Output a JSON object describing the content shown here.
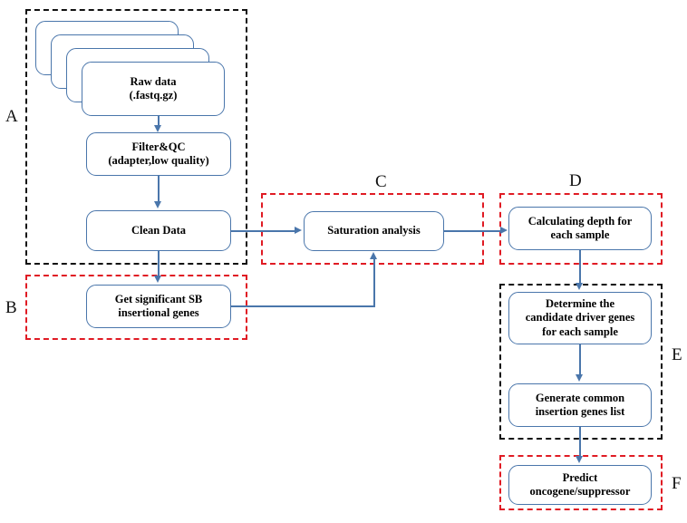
{
  "figure": {
    "type": "flowchart",
    "orientation": "left-to-right-with-vertical-substacks",
    "node_border_color": "#4a76ab",
    "connector_color": "#4a76ab",
    "black_frame_color": "#111111",
    "red_frame_color": "#e01b24",
    "background_color": "#ffffff"
  },
  "groups": [
    {
      "id": "A",
      "label": "A",
      "frame_style": "black-dashed"
    },
    {
      "id": "B",
      "label": "B",
      "frame_style": "red-dashed"
    },
    {
      "id": "C",
      "label": "C",
      "frame_style": "red-dashed"
    },
    {
      "id": "D",
      "label": "D",
      "frame_style": "red-dashed"
    },
    {
      "id": "E",
      "label": "E",
      "frame_style": "black-dashed"
    },
    {
      "id": "F",
      "label": "F",
      "frame_style": "red-dashed"
    }
  ],
  "nodes": {
    "raw_data": {
      "line1": "Raw data",
      "line2": "(.fastq.gz)",
      "text": "Raw data\n(.fastq.gz)",
      "stacked": true,
      "stack_count": 4,
      "group": "A"
    },
    "filter_qc": {
      "line1": "Filter&QC",
      "line2": "(adapter,low quality)",
      "text": "Filter&QC\n(adapter,low quality)",
      "group": "A"
    },
    "clean_data": {
      "line1": "Clean Data",
      "text": "Clean Data",
      "group": "A"
    },
    "significant_sb": {
      "line1": "Get significant SB",
      "line2": "insertional genes",
      "text": "Get significant SB\ninsertional genes",
      "group": "B"
    },
    "saturation": {
      "line1": "Saturation analysis",
      "text": "Saturation analysis",
      "group": "C"
    },
    "depth": {
      "line1": "Calculating depth for",
      "line2": "each sample",
      "text": "Calculating depth for\neach sample",
      "group": "D"
    },
    "driver_genes": {
      "line1": "Determine the",
      "line2": "candidate driver genes",
      "line3": "for each sample",
      "text": "Determine the\ncandidate driver genes\nfor each sample",
      "group": "E"
    },
    "cis_list": {
      "line1": "Generate common",
      "line2": "insertion genes list",
      "text": "Generate common\ninsertion genes list",
      "group": "E"
    },
    "predict": {
      "line1": "Predict",
      "line2": "oncogene/suppressor",
      "text": "Predict\noncogene/suppressor",
      "group": "F"
    }
  },
  "edges": [
    {
      "from": "raw_data",
      "to": "filter_qc",
      "direction": "down"
    },
    {
      "from": "filter_qc",
      "to": "clean_data",
      "direction": "down"
    },
    {
      "from": "clean_data",
      "to": "significant_sb",
      "direction": "down"
    },
    {
      "from": "clean_data",
      "to": "saturation",
      "direction": "right"
    },
    {
      "from": "significant_sb",
      "to": "saturation",
      "direction": "right-then-up"
    },
    {
      "from": "saturation",
      "to": "depth",
      "direction": "right"
    },
    {
      "from": "depth",
      "to": "driver_genes",
      "direction": "down"
    },
    {
      "from": "driver_genes",
      "to": "cis_list",
      "direction": "down"
    },
    {
      "from": "cis_list",
      "to": "predict",
      "direction": "down"
    }
  ]
}
